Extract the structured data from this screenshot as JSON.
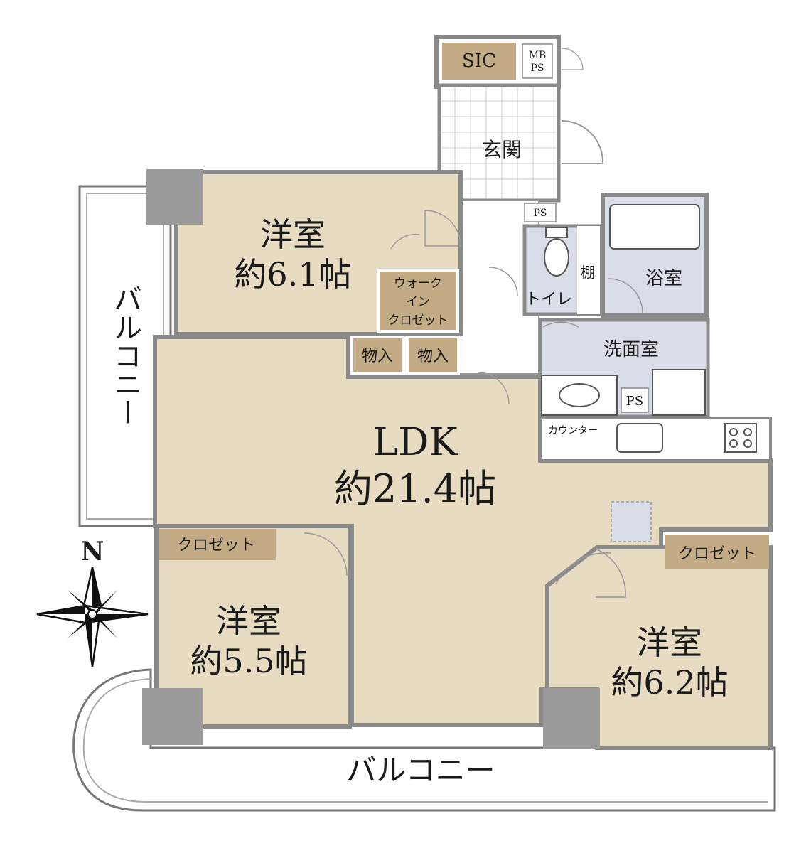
{
  "rooms": {
    "western_room_1": {
      "name": "洋室",
      "size": "約6.1帖"
    },
    "western_room_2": {
      "name": "洋室",
      "size": "約5.5帖"
    },
    "western_room_3": {
      "name": "洋室",
      "size": "約6.2帖"
    },
    "ldk": {
      "name": "LDK",
      "size": "約21.4帖"
    },
    "entrance": "玄関",
    "toilet": "トイレ",
    "shelf": "棚",
    "bathroom": "浴室",
    "washroom": "洗面室",
    "counter": "カウンター"
  },
  "storage": {
    "sic": "SIC",
    "mbps": [
      "MB",
      "PS"
    ],
    "ps": "PS",
    "walk_in_closet": [
      "ウォーク",
      "イン",
      "クロゼット"
    ],
    "storage_1": "物入",
    "storage_2": "物入",
    "closet_left": "クロゼット",
    "closet_right": "クロゼット"
  },
  "balcony": {
    "west": "バルコニー",
    "south": "バルコニー"
  },
  "compass": {
    "north_label": "N"
  },
  "colors": {
    "room": "#e7dcc2",
    "storage": "#c2ab85",
    "wet": "#d9dde8",
    "wall": "#8a8a8a",
    "pillar": "#9a9a9a"
  }
}
